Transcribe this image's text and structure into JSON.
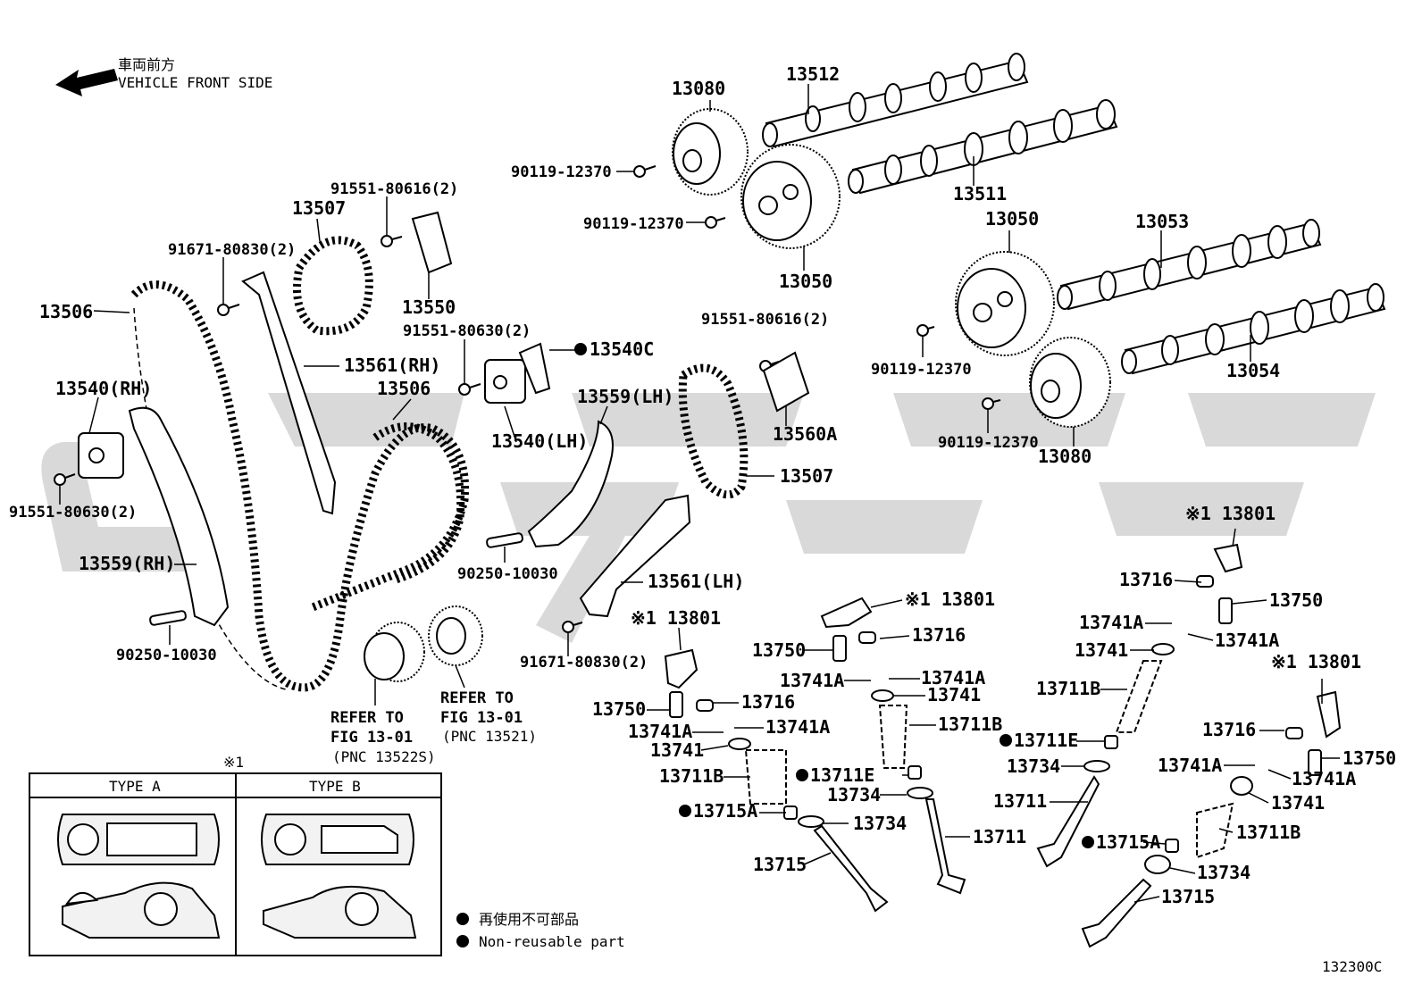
{
  "direction": {
    "jp": "車両前方",
    "en": "VEHICLE FRONT SIDE"
  },
  "labels": {
    "cam_13512": "13512",
    "cam_13511": "13511",
    "vvt_13080_top": "13080",
    "vvt_13050_top": "13050",
    "vvt_13050_bottom": "13050",
    "cam_13053": "13053",
    "cam_13054": "13054",
    "vvt_13080_right": "13080",
    "bolt_90119_a": "90119-12370",
    "bolt_90119_b": "90119-12370",
    "bolt_90119_c": "90119-12370",
    "bolt_90119_d": "90119-12370",
    "bolt_91551_80616_a": "91551-80616(2)",
    "bolt_91551_80616_b": "91551-80616(2)",
    "chain_13507_left": "13507",
    "chain_13507_right": "13507",
    "bolt_91671_a": "91671-80830(2)",
    "bolt_91671_b": "91671-80830(2)",
    "tensioner_13550": "13550",
    "chain_13506_left": "13506",
    "chain_13506_mid": "13506",
    "guide_13561_rh": "13561(RH)",
    "guide_13561_lh": "13561(LH)",
    "bolt_91551_80630_a": "91551-80630(2)",
    "bolt_91551_80630_b": "91551-80630(2)",
    "gasket_13540c": "13540C",
    "tensioner_13540_rh": "13540(RH)",
    "tensioner_13540_lh": "13540(LH)",
    "slipper_13559_lh": "13559(LH)",
    "slipper_13559_rh": "13559(RH)",
    "tensioner_13560a": "13560A",
    "pin_90250_a": "90250-10030",
    "pin_90250_b": "90250-10030",
    "rocker_13801_a": "※1 13801",
    "rocker_13801_b": "※1 13801",
    "rocker_13801_c": "※1 13801",
    "rocker_13801_d": "※1 13801",
    "refer_a_1": "REFER TO",
    "refer_a_2": "FIG 13-01",
    "refer_a_3": "(PNC 13522S)",
    "refer_b_1": "REFER TO",
    "refer_b_2": "FIG 13-01",
    "refer_b_3": "(PNC 13521)",
    "p13716_a": "13716",
    "p13716_b": "13716",
    "p13716_c": "13716",
    "p13716_d": "13716",
    "p13750_a": "13750",
    "p13750_b": "13750",
    "p13750_c": "13750",
    "p13750_d": "13750",
    "p13741A_1": "13741A",
    "p13741A_2": "13741A",
    "p13741A_3": "13741A",
    "p13741A_4": "13741A",
    "p13741A_5": "13741A",
    "p13741A_6": "13741A",
    "p13741A_7": "13741A",
    "p13741A_8": "13741A",
    "p13741_a": "13741",
    "p13741_b": "13741",
    "p13741_c": "13741",
    "p13741_d": "13741",
    "p13711B_a": "13711B",
    "p13711B_b": "13711B",
    "p13711B_c": "13711B",
    "p13711B_d": "13711B",
    "p13711E_a": "13711E",
    "p13711E_b": "13711E",
    "p13715A_a": "13715A",
    "p13715A_b": "13715A",
    "p13734_a": "13734",
    "p13734_b": "13734",
    "p13734_c": "13734",
    "p13734_d": "13734",
    "p13711_a": "13711",
    "p13711_b": "13711",
    "p13715_a": "13715",
    "p13715_b": "13715"
  },
  "type_table": {
    "note_mark": "※1",
    "col_a": "TYPE A",
    "col_b": "TYPE B"
  },
  "legend": {
    "jp": "再使用不可部品",
    "en": "Non-reusable part"
  },
  "figure_id": "132300C"
}
